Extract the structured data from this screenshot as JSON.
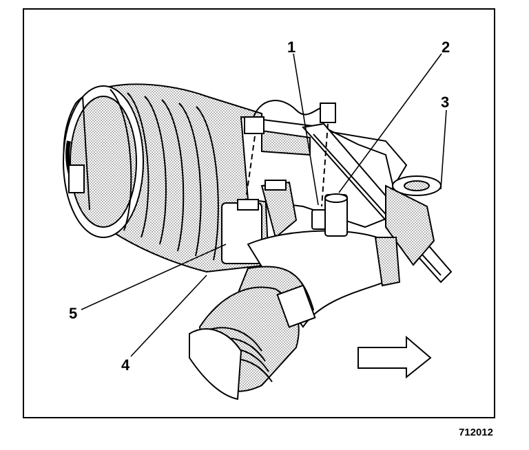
{
  "callouts": {
    "c1": "1",
    "c2": "2",
    "c3": "3",
    "c4": "4",
    "c5": "5"
  },
  "figure_id": "712012",
  "colors": {
    "ink": "#000000",
    "paper": "#ffffff",
    "shade": "#bfbfbf"
  }
}
